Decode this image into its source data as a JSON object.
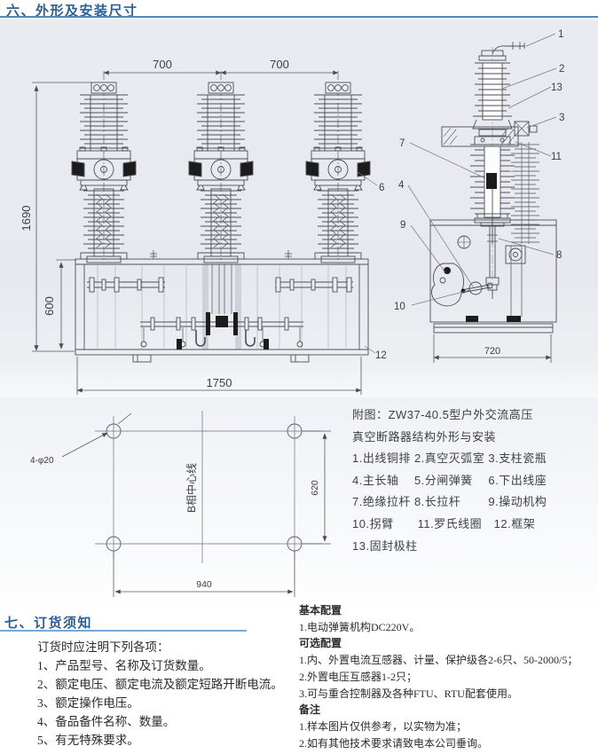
{
  "page": {
    "section6_title": "六、外形及安装尺寸",
    "section7_title": "七、订货须知"
  },
  "front_view": {
    "dim_700_left": "700",
    "dim_700_right": "700",
    "dim_1690": "1690",
    "dim_600": "600",
    "dim_1750": "1750",
    "label_6": "6",
    "label_12": "12"
  },
  "side_view": {
    "label_1": "1",
    "label_2": "2",
    "label_13": "13",
    "label_3": "3",
    "label_11": "11",
    "label_7": "7",
    "label_4": "4",
    "label_9": "9",
    "label_10": "10",
    "label_8": "8",
    "dim_720": "720"
  },
  "plan_view": {
    "hole_label": "4-φ20",
    "center_line_label": "B相中心线",
    "dim_940": "940",
    "dim_620": "620"
  },
  "figure_caption": {
    "line1": "附图：ZW37-40.5型户外交流高压",
    "line2": "真空断路器结构外形与安装",
    "parts": [
      "1.出线铜排 2.真空灭弧室 3.支柱瓷瓶",
      "4.主长轴　 5.分闸弹簧　 6.下出线座",
      "7.绝缘拉杆 8.长拉杆　　 9.操动机构",
      "10.拐臂　　11.罗氏线圈　12.框架",
      "13.固封极柱"
    ]
  },
  "ordering": {
    "intro": "订货时应注明下列各项：",
    "items": [
      "1、产品型号、名称及订货数量。",
      "2、额定电压、额定电流及额定短路开断电流。",
      "3、额定操作电压。",
      "4、备品备件名称、数量。",
      "5、有无特殊要求。"
    ]
  },
  "config": {
    "basic_title": "基本配置",
    "basic_item1": "1.电动弹簧机构DC220V。",
    "optional_title": "可选配置",
    "optional_item1": "1.内、外置电流互感器、计量、保护级各2-6只、50-2000/5；",
    "optional_item2": "2.外置电压互感器1-2只；",
    "optional_item3": "3.可与重合控制器及各种FTU、RTU配套使用。",
    "remarks_title": "备注",
    "remarks_item1": "1.样本图片仅供参考，以实物为准；",
    "remarks_item2": "2.如有其他技术要求请致电本公司垂询。"
  },
  "colors": {
    "heading": "#2e5f94",
    "rule_top": "#4f8bb5",
    "rule_bottom": "#76a9d8",
    "panel": "#e8eaf0",
    "line": "#4b5056"
  }
}
